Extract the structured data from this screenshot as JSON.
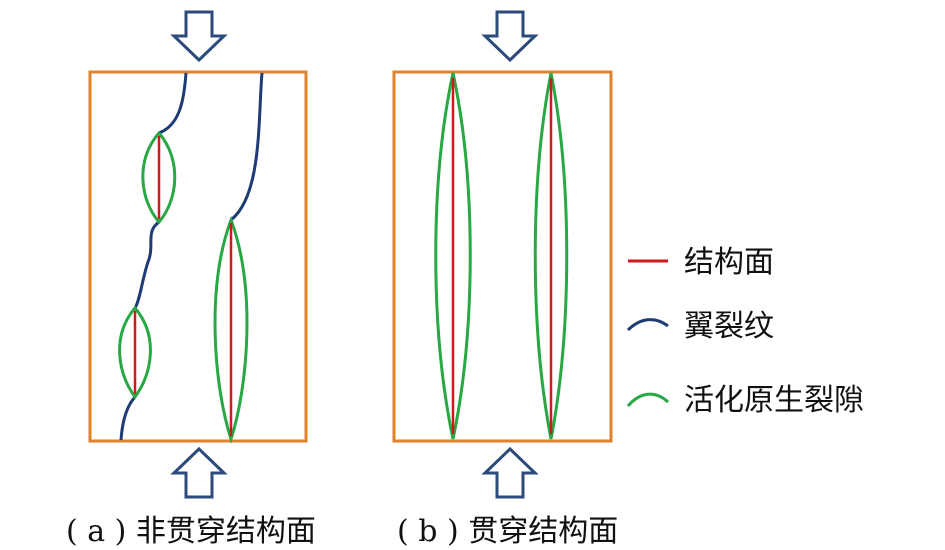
{
  "panels": [
    {
      "caption": "( a ) 非贯穿结构面"
    },
    {
      "caption": "( b ) 贯穿结构面"
    }
  ],
  "legend": [
    {
      "label": "结构面",
      "color": "#d0191c"
    },
    {
      "label": "翼裂纹",
      "color": "#1f3b73"
    },
    {
      "label": "活化原生裂隙",
      "color": "#27a844"
    }
  ],
  "colors": {
    "frame": "#e0822e",
    "arrow_outline": "#2c4a7a",
    "structural_plane": "#d0191c",
    "wing_crack": "#1f3b73",
    "activated_fissure": "#27a844"
  },
  "icons": {
    "load_arrow": "down-arrow-icon / up-arrow-icon"
  }
}
